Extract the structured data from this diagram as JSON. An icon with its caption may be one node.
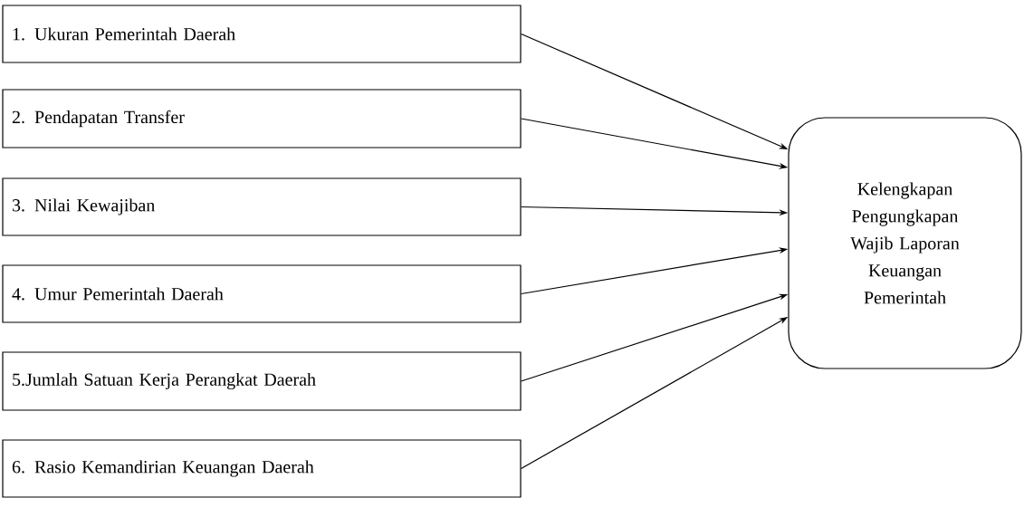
{
  "diagram": {
    "nodes": [
      {
        "text": [
          "1. Ukuran Pemerintah Daerah"
        ]
      },
      {
        "text": [
          "2. Pendapatan Transfer"
        ]
      },
      {
        "text": [
          "3. Nilai Kewajiban"
        ]
      },
      {
        "text": [
          "4. Umur Pemerintah Daerah"
        ]
      },
      {
        "text": [
          "5.Jumlah Satuan Kerja Perangkat Daerah"
        ]
      },
      {
        "text": [
          "6. Rasio Kemandirian Keuangan Daerah"
        ]
      },
      {
        "text": [
          "Kelengkapan Pengungkapan Wajib Laporan Keuangan Pemerintah"
        ]
      }
    ],
    "edges": [
      {
        "from": 0,
        "to": 6,
        "arrow": "to"
      },
      {
        "from": 1,
        "to": 6,
        "arrow": "to"
      },
      {
        "from": 2,
        "to": 6,
        "arrow": "to"
      },
      {
        "from": 3,
        "to": 6,
        "arrow": "to"
      },
      {
        "from": 4,
        "to": 6,
        "arrow": "to"
      },
      {
        "from": 5,
        "to": 6,
        "arrow": "to"
      }
    ]
  }
}
